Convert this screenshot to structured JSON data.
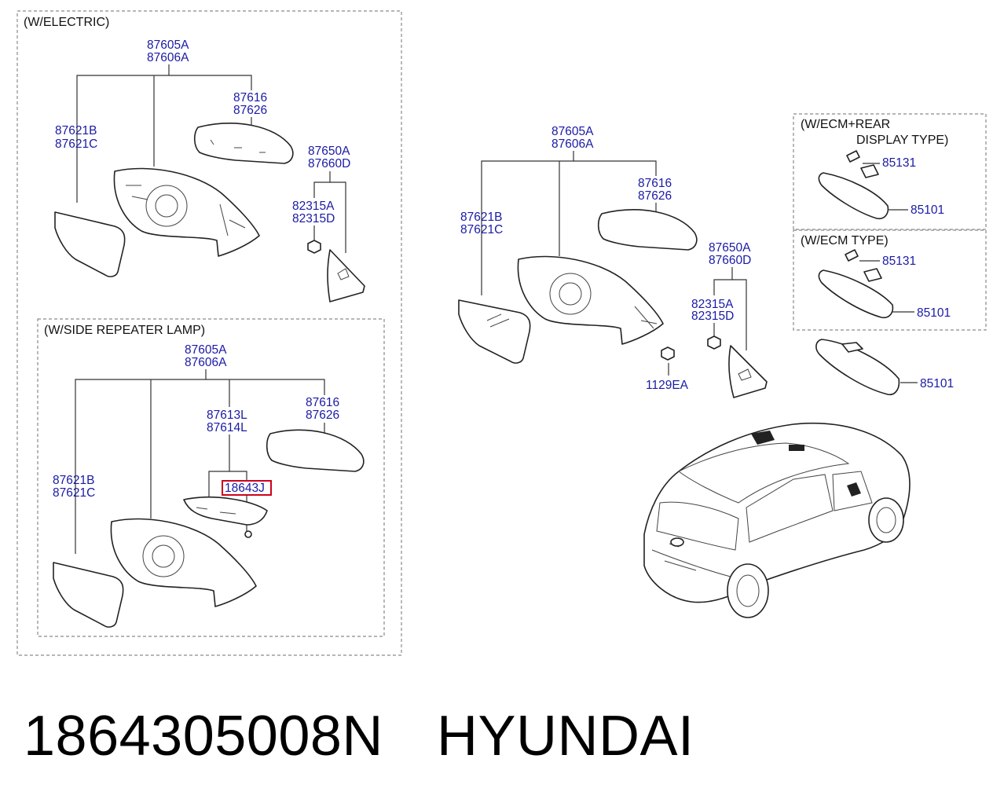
{
  "sections": {
    "electric": "(W/ELECTRIC)",
    "repeater": "(W/SIDE REPEATER LAMP)",
    "ecm_rear_1": "(W/ECM+REAR",
    "ecm_rear_2": "DISPLAY TYPE)",
    "ecm": "(W/ECM TYPE)"
  },
  "electric": {
    "a1": "87605A",
    "a2": "87606A",
    "b1": "87616",
    "b2": "87626",
    "c1": "87621B",
    "c2": "87621C",
    "d1": "87650A",
    "d2": "87660D",
    "e1": "82315A",
    "e2": "82315D"
  },
  "repeater": {
    "a1": "87605A",
    "a2": "87606A",
    "b1": "87616",
    "b2": "87626",
    "f1": "87613L",
    "f2": "87614L",
    "g": "18643J",
    "c1": "87621B",
    "c2": "87621C"
  },
  "main": {
    "a1": "87605A",
    "a2": "87606A",
    "b1": "87616",
    "b2": "87626",
    "c1": "87621B",
    "c2": "87621C",
    "d1": "87650A",
    "d2": "87660D",
    "e1": "82315A",
    "e2": "82315D",
    "h": "1129EA"
  },
  "ecm_rear": {
    "p1": "85131",
    "p2": "85101"
  },
  "ecm": {
    "p1": "85131",
    "p2": "85101"
  },
  "plain": {
    "p2": "85101"
  },
  "footer": {
    "part_number": "1864305008N",
    "brand": "HYUNDAI"
  },
  "colors": {
    "label": "#1a1aa6",
    "highlight": "#d0021b"
  }
}
